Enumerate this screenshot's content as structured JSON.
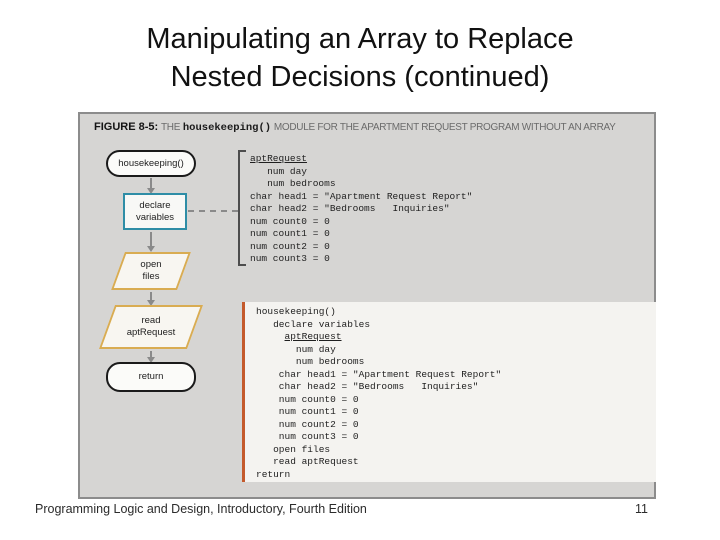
{
  "slide": {
    "title_line1": "Manipulating an Array to Replace",
    "title_line2": "Nested Decisions (continued)",
    "footer_text": "Programming Logic and Design, Introductory, Fourth Edition",
    "page_number": "11"
  },
  "figure": {
    "caption": {
      "label": "FIGURE 8-5:",
      "pre_code": "THE",
      "code": "housekeeping()",
      "post_code": "MODULE FOR THE APARTMENT REQUEST PROGRAM WITHOUT AN ARRAY"
    },
    "flowchart": {
      "nodes": [
        {
          "type": "terminal",
          "label": "housekeeping()"
        },
        {
          "type": "process",
          "label": "declare\nvariables"
        },
        {
          "type": "io",
          "label": "open\nfiles"
        },
        {
          "type": "io",
          "label": "read\naptRequest"
        },
        {
          "type": "terminal",
          "label": "return"
        }
      ]
    },
    "declaration_block": {
      "lines": [
        {
          "text": "aptRequest",
          "underline": "aptRequest"
        },
        {
          "text": "   num day"
        },
        {
          "text": "   num bedrooms"
        },
        {
          "text": "char head1 = \"Apartment Request Report\""
        },
        {
          "text": "char head2 = \"Bedrooms   Inquiries\""
        },
        {
          "text": "num count0 = 0"
        },
        {
          "text": "num count1 = 0"
        },
        {
          "text": "num count2 = 0"
        },
        {
          "text": "num count3 = 0"
        }
      ]
    },
    "pseudocode_block": {
      "lines": [
        {
          "text": "housekeeping()"
        },
        {
          "text": "   declare variables"
        },
        {
          "text": "     aptRequest",
          "underline": "aptRequest"
        },
        {
          "text": "       num day"
        },
        {
          "text": "       num bedrooms"
        },
        {
          "text": "    char head1 = \"Apartment Request Report\""
        },
        {
          "text": "    char head2 = \"Bedrooms   Inquiries\""
        },
        {
          "text": "    num count0 = 0"
        },
        {
          "text": "    num count1 = 0"
        },
        {
          "text": "    num count2 = 0"
        },
        {
          "text": "    num count3 = 0"
        },
        {
          "text": "   open files"
        },
        {
          "text": "   read aptRequest"
        },
        {
          "text": "return"
        }
      ]
    }
  },
  "colors": {
    "panel_bg": "#d6d5d3",
    "panel_border": "#8c8c8c",
    "process_border_teal": "#2e8da6",
    "io_border_gold": "#d9ac52",
    "terminal_border": "#1a1a1a",
    "pseudocode_accent_orange": "#c45a2c",
    "pseudocode_bg": "#f4f3f0",
    "connector_gray": "#8a8a8a"
  }
}
